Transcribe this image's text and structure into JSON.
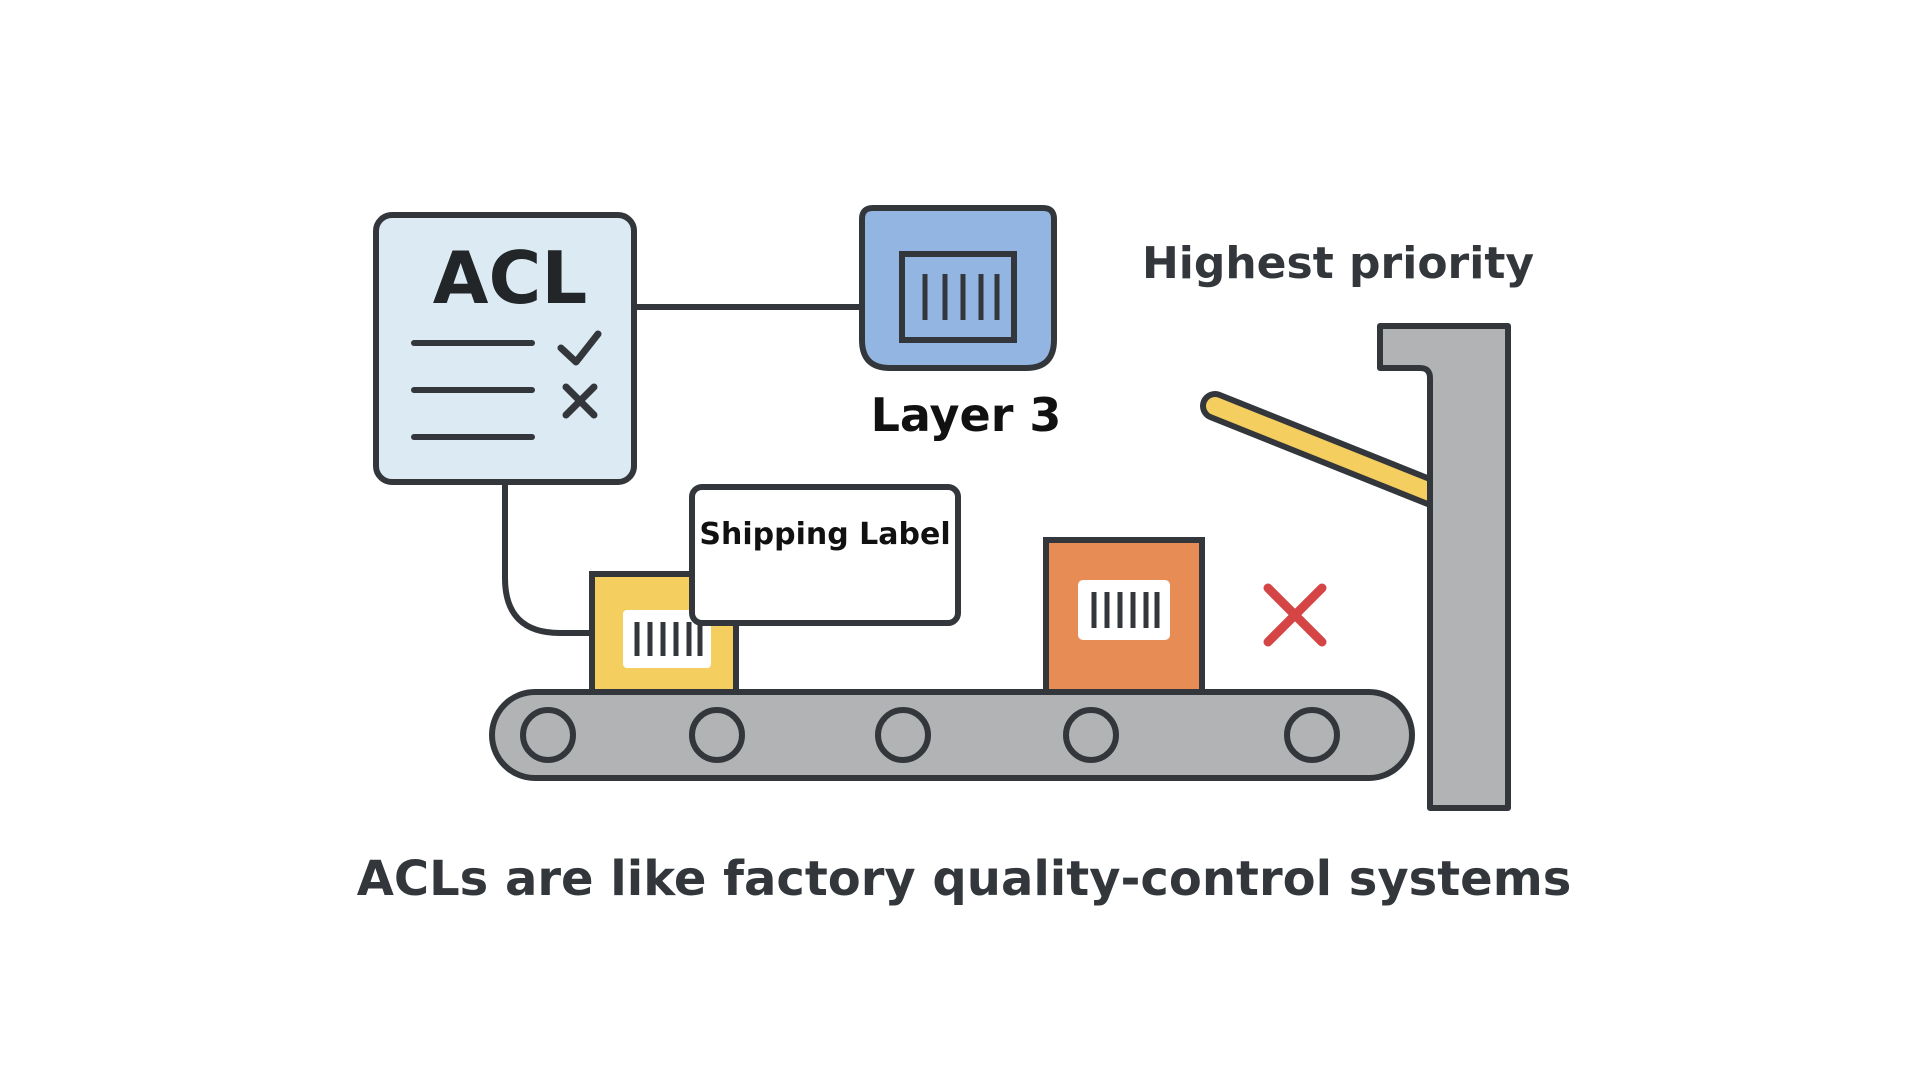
{
  "acl_document": {
    "title": "ACL"
  },
  "router_label": "Layer 3",
  "shipping_label": "Shipping Label",
  "gate_label": "Highest priority",
  "caption": "ACLs are like factory quality-control systems",
  "colors": {
    "outline": "#33373b",
    "acl_fill": "#dbeaf3",
    "router_fill": "#93b5e1",
    "yellow_box": "#f4cf5f",
    "orange_box": "#e88c56",
    "belt_gray": "#b1b3b5",
    "gate_gray": "#b1b3b5",
    "gate_arm": "#f4cf5f",
    "reject_x": "#d64545",
    "text_dark": "#111111",
    "text_gray": "#33373b"
  },
  "icons": [
    "checkmark-icon",
    "cross-icon",
    "barcode-icon",
    "reject-x-icon"
  ]
}
